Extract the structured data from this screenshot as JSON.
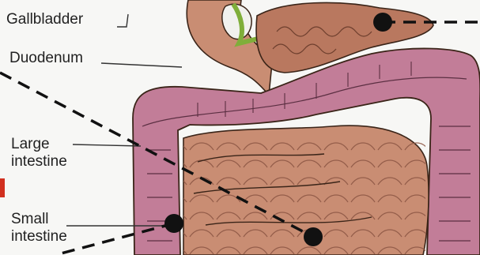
{
  "labels": {
    "gallbladder": "Gallbladder",
    "duodenum": "Duodenum",
    "large_intestine_line1": "Large",
    "large_intestine_line2": "intestine",
    "small_intestine_line1": "Small",
    "small_intestine_line2": "intestine"
  },
  "colors": {
    "large_intestine": "#c27d98",
    "small_intestine": "#c98d73",
    "pancreas": "#b9785f",
    "gallbladder_duct": "#7fae3a",
    "marker": "#111111"
  }
}
